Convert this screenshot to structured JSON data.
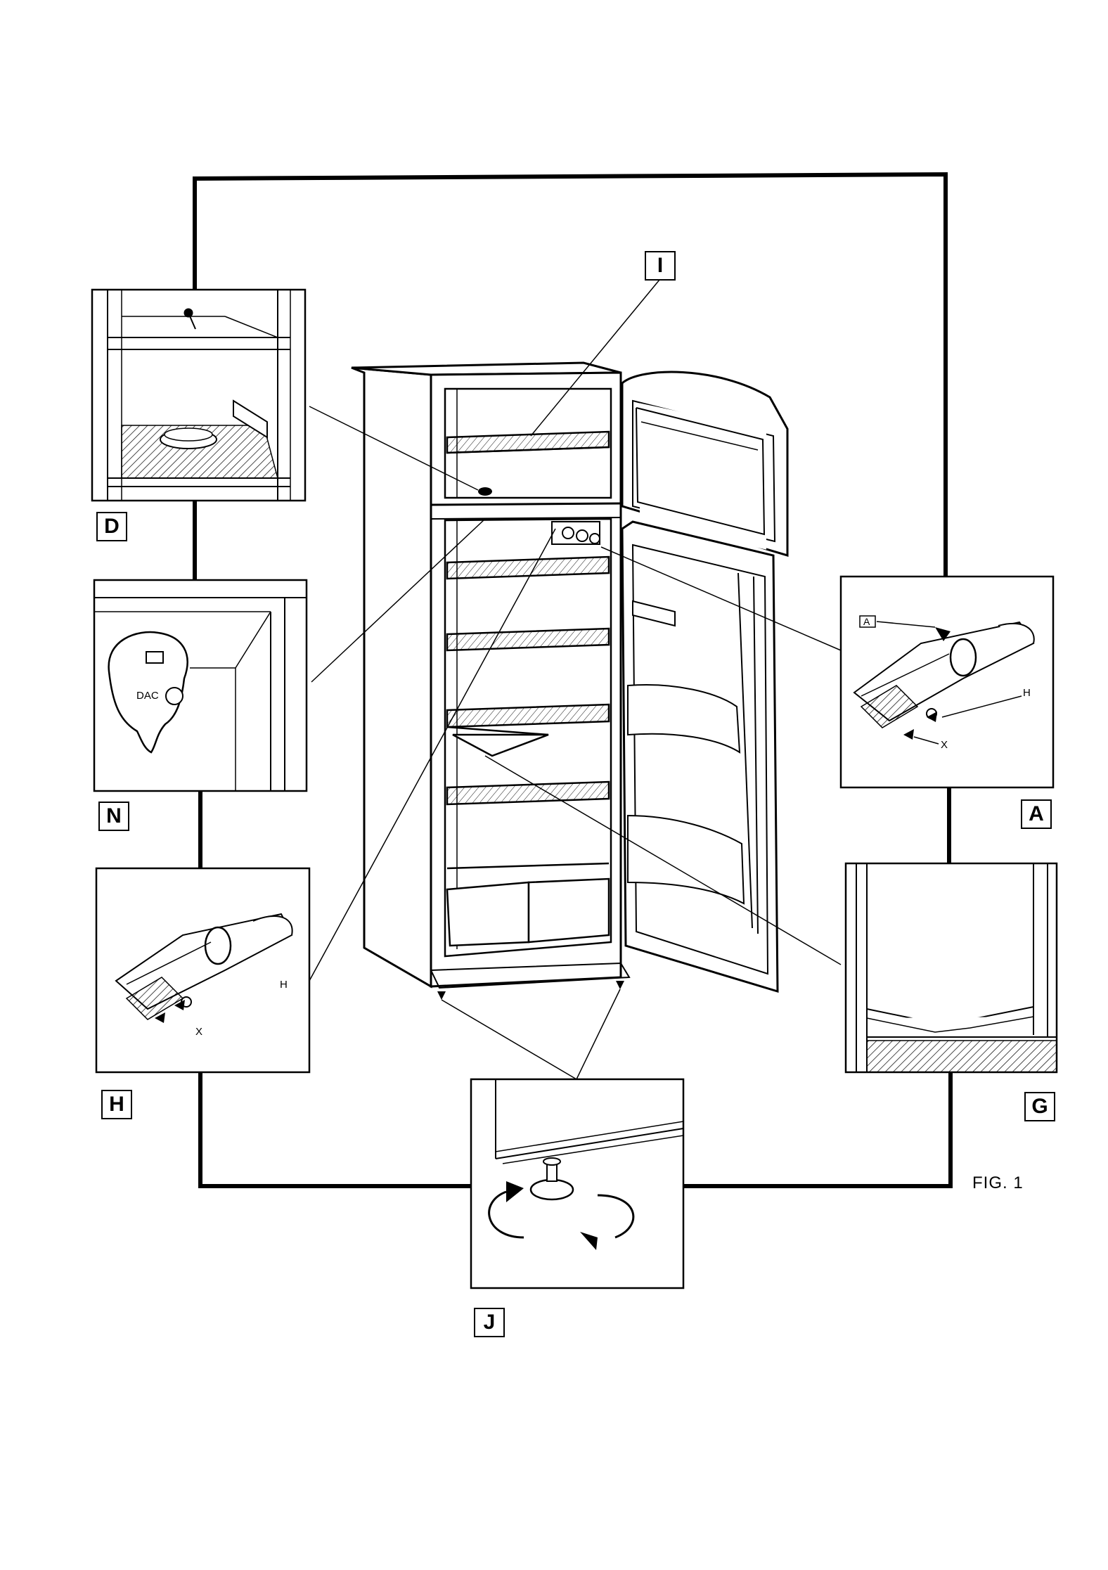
{
  "figure": {
    "caption": "FIG. 1",
    "callouts": {
      "I": "I",
      "D": "D",
      "N": "N",
      "H": "H",
      "A": "A",
      "G": "G",
      "J": "J"
    },
    "inset_labels": {
      "a_letter": "A",
      "a_h": "H",
      "a_x": "X",
      "h_h": "H",
      "h_x": "X",
      "n_dac": "DAC"
    }
  }
}
